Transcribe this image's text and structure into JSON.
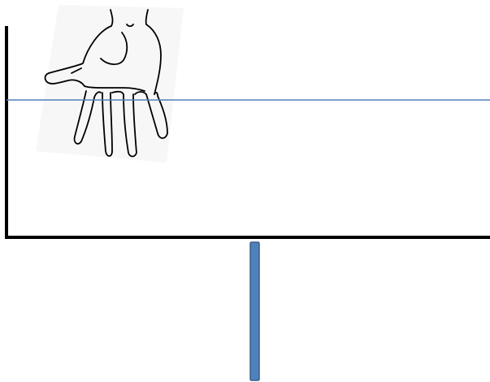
{
  "diagram": {
    "colors": {
      "background": "#ffffff",
      "frame": "#000000",
      "horizontal_line": "#4f81bd",
      "post_fill": "#4f81bd",
      "post_outline": "#385d8a",
      "hand_outline": "#000000",
      "hand_backdrop": "#f7f7f7"
    },
    "elements": {
      "frame": "open-rectangle-frame",
      "hand": "hand-outline-icon",
      "line": "horizontal-line",
      "post": "vertical-post"
    }
  }
}
